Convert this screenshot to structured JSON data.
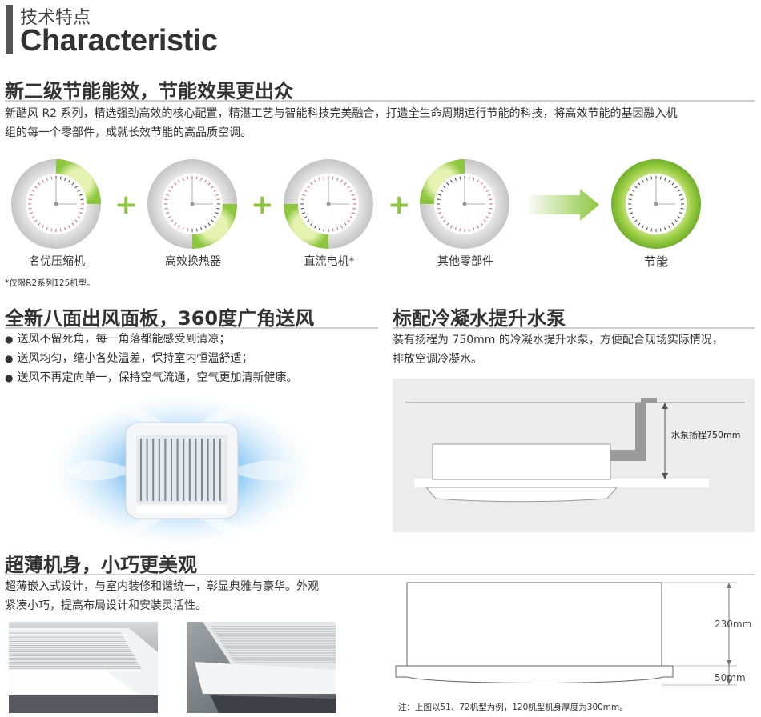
{
  "header": {
    "title_cn": "技术特点",
    "title_en": "Characteristic"
  },
  "section1": {
    "title": "新二级节能能效，节能效果更出众",
    "para_line1": "新酷风 R2 系列，精选强劲高效的核心配置，精湛工艺与智能科技完美融合，打造全生命周期运行节能的科技，将高效节能的基因融入机",
    "para_line2": "组的每一个零部件，成就长效节能的高品质空调。",
    "gauges": [
      {
        "label": "名优压缩机",
        "fill_quadrant": "top-right"
      },
      {
        "label": "高效换热器",
        "fill_quadrant": "bottom-right"
      },
      {
        "label": "直流电机*",
        "fill_quadrant": "bottom-left"
      },
      {
        "label": "其他零部件",
        "fill_quadrant": "top-left"
      }
    ],
    "result_label": "节能",
    "footnote": "*仅限R2系列125机型。",
    "colors": {
      "green": "#8dc63f",
      "gray": "#cfcfcf"
    }
  },
  "section2": {
    "title": "全新八面出风面板，360度广角送风",
    "bullets": [
      "送风不留死角，每一角落都能感受到清凉；",
      "送风均匀，缩小各处温差，保持室内恒温舒适；",
      "送风不再定向单一，保持空气流通，空气更加清新健康。"
    ]
  },
  "section3": {
    "title": "标配冷凝水提升水泵",
    "para_line1": "装有扬程为 750mm 的冷凝水提升水泵，方便配合现场实际情况，",
    "para_line2": "排放空调冷凝水。",
    "pump_label": "水泵扬程750mm"
  },
  "section4": {
    "title": "超薄机身，小巧更美观",
    "para_line1": "超薄嵌入式设计，与室内装修和谐统一，彰显典雅与豪华。外观",
    "para_line2": "紧凑小巧，提高布局设计和安装灵活性。",
    "dim_body": "230mm",
    "dim_panel": "50mm",
    "note": "注：上图以51、72机型为例，120机型机身厚度为300mm。"
  }
}
